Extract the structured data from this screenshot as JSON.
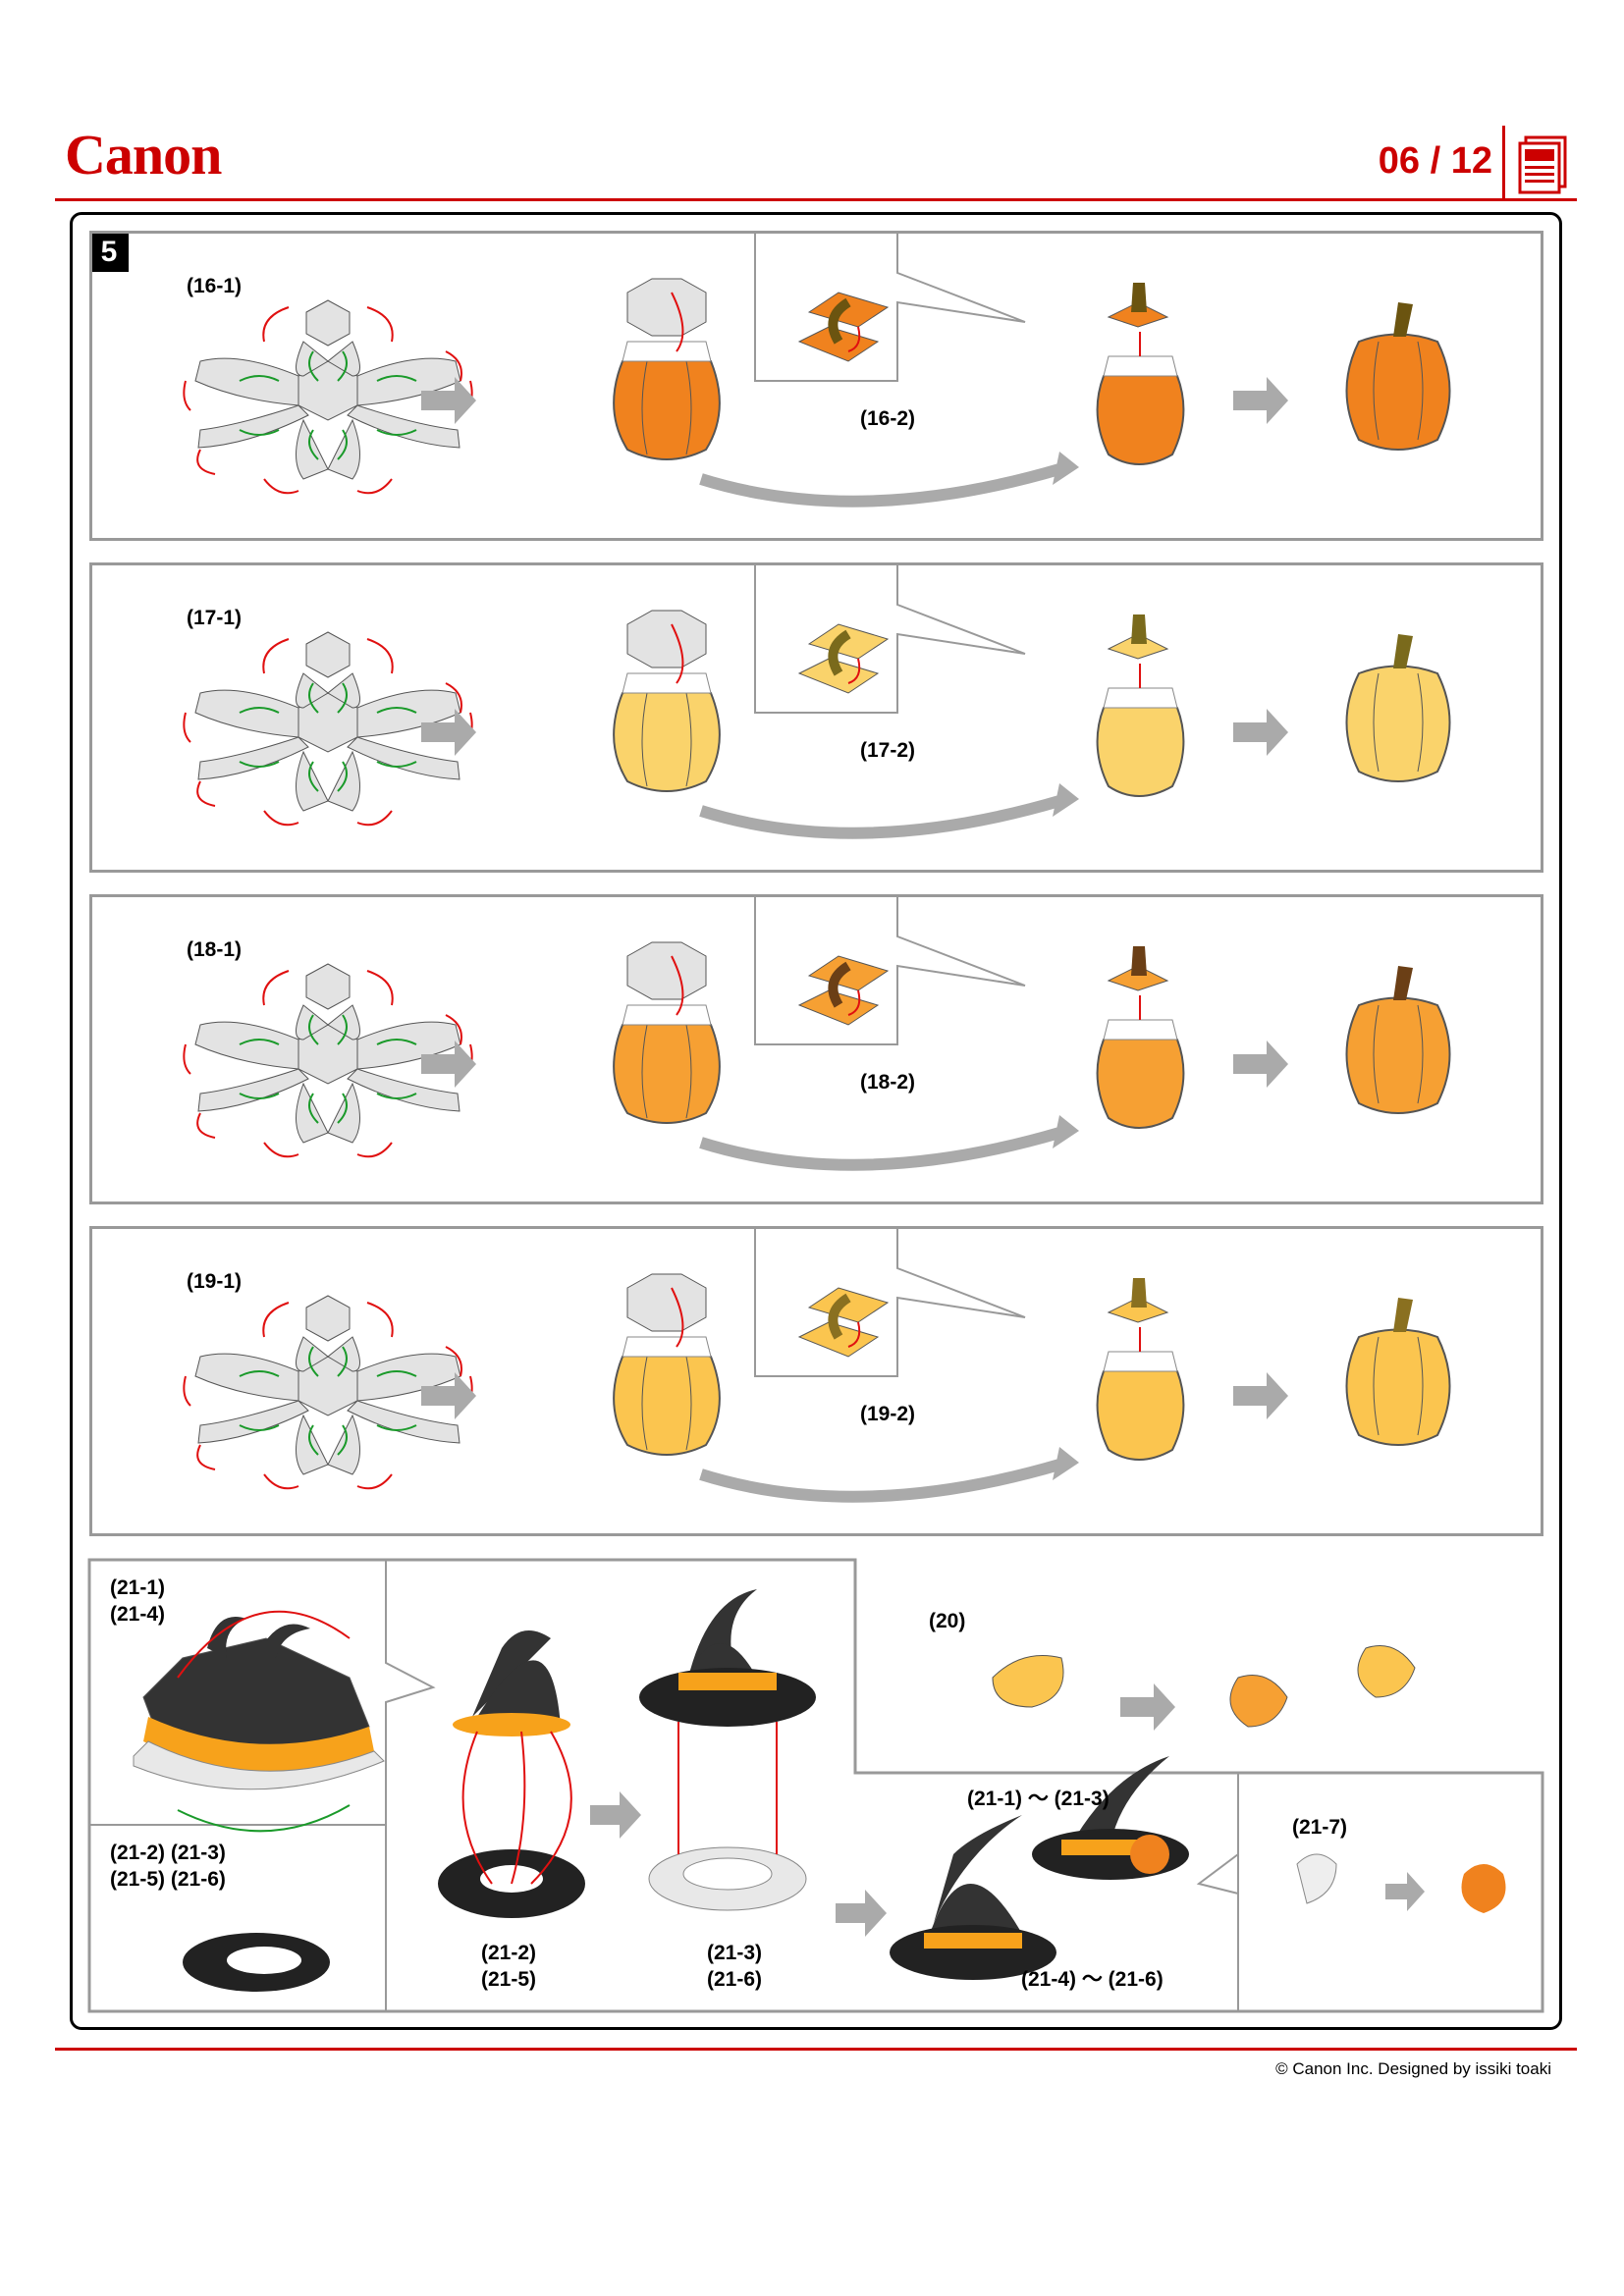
{
  "header": {
    "brand": "Canon",
    "page": "06 / 12",
    "icon": "document-stack-icon"
  },
  "step": {
    "number": "5"
  },
  "rows": [
    {
      "start": "(16-1)",
      "detail": "(16-2)",
      "body": "#f0821e",
      "top": "#f0821e",
      "stem": "#6b5410"
    },
    {
      "start": "(17-1)",
      "detail": "(17-2)",
      "body": "#fad36b",
      "top": "#fad36b",
      "stem": "#7a6a1c"
    },
    {
      "start": "(18-1)",
      "detail": "(18-2)",
      "body": "#f6a033",
      "top": "#f6a033",
      "stem": "#6b3f16"
    },
    {
      "start": "(19-1)",
      "detail": "(19-2)",
      "body": "#fbc54f",
      "top": "#fbc54f",
      "stem": "#8a7020"
    }
  ],
  "bottom": {
    "hat_labels_a": [
      "(21-1)",
      "(21-4)"
    ],
    "ring_labels": [
      "(21-2) (21-3)",
      "(21-5) (21-6)"
    ],
    "mid_labels_a": [
      "(21-2)",
      "(21-5)"
    ],
    "mid_labels_b": [
      "(21-3)",
      "(21-6)"
    ],
    "range_top": "(21-1) ～ (21-3)",
    "range_bottom": "(21-4) ～ (21-6)",
    "step20": "(20)",
    "step21_7": "(21-7)"
  },
  "colors": {
    "accent": "#cc0000",
    "orange": "#f0821e",
    "hat": "#333333",
    "band": "#f7a21b",
    "arrow_gray": "#aaaaaa"
  },
  "footer": {
    "copyright": "© Canon Inc. Designed by issiki toaki"
  }
}
